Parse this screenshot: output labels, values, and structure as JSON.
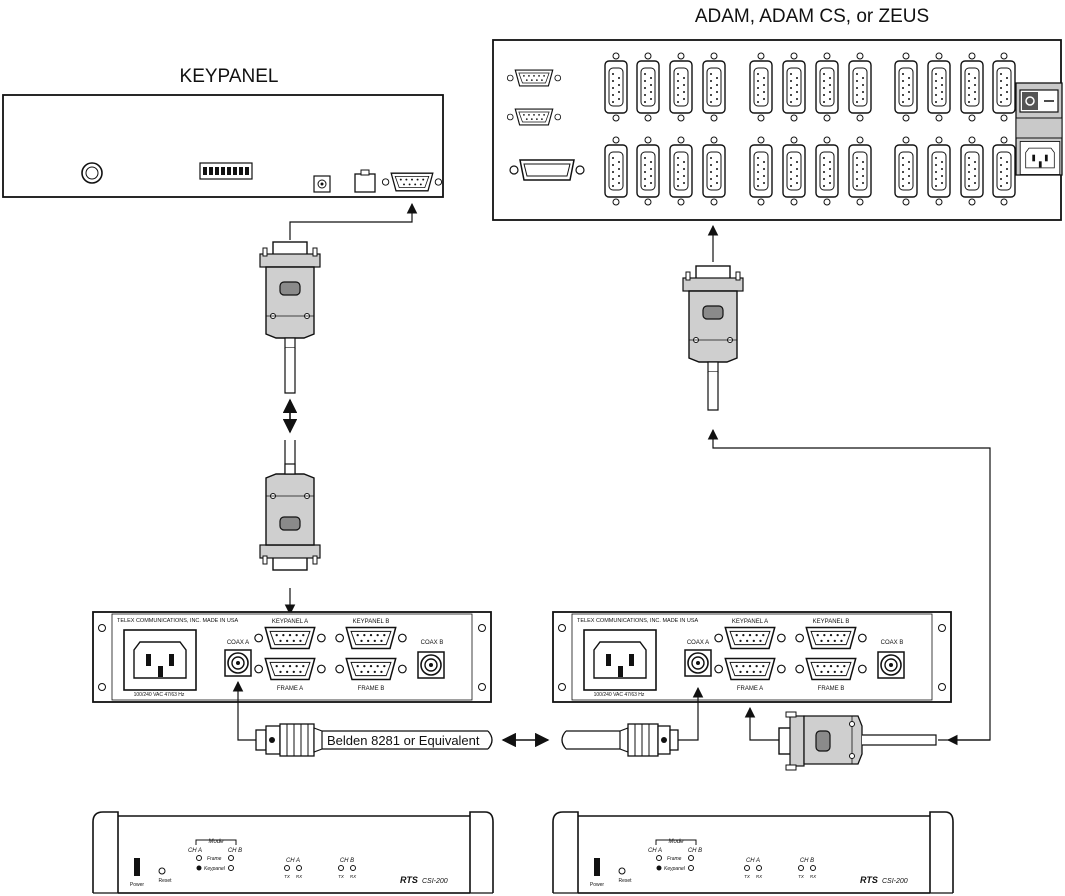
{
  "labels": {
    "keypanel_title": "KEYPANEL",
    "adam_title": "ADAM, ADAM CS, or ZEUS",
    "cable_label": "Belden 8281 or Equivalent"
  },
  "csi_rear": {
    "maker": "TELEX COMMUNICATIONS, INC. MADE IN USA",
    "power_rating": "100/240 VAC 47/63 Hz",
    "coax_a": "COAX A",
    "coax_b": "COAX B",
    "keypanel_a": "KEYPANEL A",
    "keypanel_b": "KEYPANEL B",
    "frame_a": "FRAME A",
    "frame_b": "FRAME B"
  },
  "csi_front": {
    "mode": "Mode",
    "ch_a": "CH A",
    "ch_b": "CH B",
    "frame": "Frame",
    "keypanel": "Keypanel",
    "tx": "TX",
    "rx": "RX",
    "power": "Power",
    "reset": "Reset",
    "brand": "RTS",
    "model": "CSI-200"
  },
  "colors": {
    "line": "#111111",
    "connector_fill": "#cfcfcf",
    "button_fill": "#8a8a8a"
  }
}
